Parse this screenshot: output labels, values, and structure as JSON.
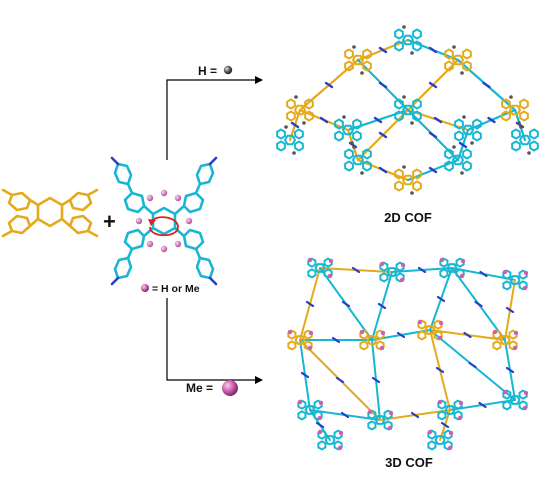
{
  "plus_sign": "+",
  "legend": {
    "substituent_label": "= H or Me"
  },
  "arrows": {
    "top_label": "H =",
    "bottom_label": "Me ="
  },
  "products": {
    "top_title": "2D COF",
    "bottom_title": "3D COF"
  },
  "colors": {
    "gold": "#e4aa1c",
    "cyan": "#17b7d3",
    "blue_n": "#2a3fc8",
    "pink": "#cf5fb0",
    "gray_atom": "#555555",
    "red_rotation": "#e02020"
  }
}
